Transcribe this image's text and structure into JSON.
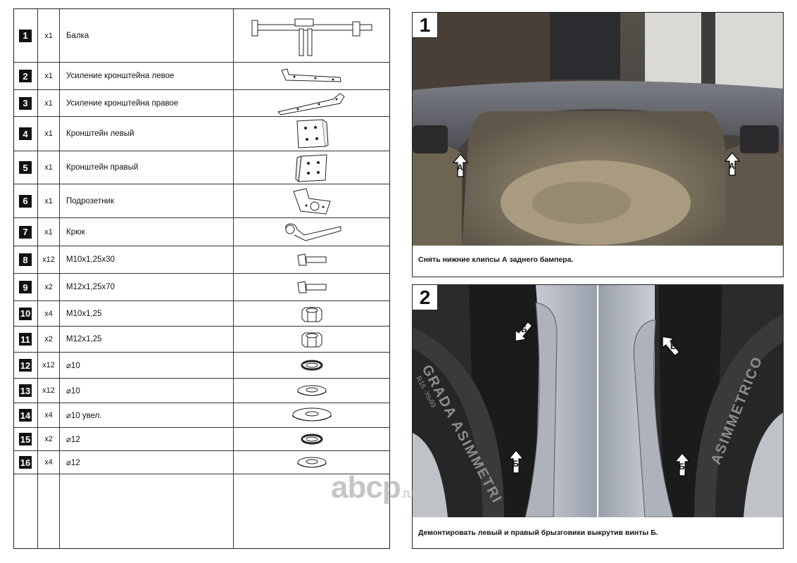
{
  "parts": [
    {
      "num": "1",
      "qty": "x1",
      "name": "Балка",
      "icon": "beam-icon"
    },
    {
      "num": "2",
      "qty": "x1",
      "name": "Усиление кронштейна левое",
      "icon": "left-bracket-reinforcement-icon"
    },
    {
      "num": "3",
      "qty": "x1",
      "name": "Усиление кронштейна правое",
      "icon": "right-bracket-reinforcement-icon"
    },
    {
      "num": "4",
      "qty": "x1",
      "name": "Кронштейн левый",
      "icon": "left-bracket-icon"
    },
    {
      "num": "5",
      "qty": "x1",
      "name": "Кронштейн правый",
      "icon": "right-bracket-icon"
    },
    {
      "num": "6",
      "qty": "x1",
      "name": "Подрозетник",
      "icon": "socket-plate-icon"
    },
    {
      "num": "7",
      "qty": "x1",
      "name": "Крюк",
      "icon": "hook-icon"
    },
    {
      "num": "8",
      "qty": "x12",
      "name": "M10x1,25x30",
      "icon": "bolt-icon"
    },
    {
      "num": "9",
      "qty": "x2",
      "name": "M12x1,25x70",
      "icon": "bolt-icon"
    },
    {
      "num": "10",
      "qty": "x4",
      "name": "M10x1,25",
      "icon": "nut-icon"
    },
    {
      "num": "11",
      "qty": "x2",
      "name": "M12x1,25",
      "icon": "nut-icon"
    },
    {
      "num": "12",
      "qty": "x12",
      "name": "⌀10",
      "icon": "spring-washer-icon"
    },
    {
      "num": "13",
      "qty": "x12",
      "name": "⌀10",
      "icon": "flat-washer-icon"
    },
    {
      "num": "14",
      "qty": "x4",
      "name": "⌀10 увел.",
      "icon": "large-washer-icon"
    },
    {
      "num": "15",
      "qty": "x2",
      "name": "⌀12",
      "icon": "spring-washer-icon"
    },
    {
      "num": "16",
      "qty": "x4",
      "name": "⌀12",
      "icon": "flat-washer-icon"
    }
  ],
  "steps": [
    {
      "num": "1",
      "caption": "Снять нижние клипсы А заднего бампера.",
      "markers": [
        "А",
        "А"
      ]
    },
    {
      "num": "2",
      "caption": "Демонтировать левый и правый брызговики выкрутив винты Б.",
      "markers": [
        "Б",
        "Б",
        "Б",
        "Б"
      ],
      "tire_text_left": "GRADA ASIMMETRI",
      "tire_text_right": "ASIMMETRICO",
      "tire_small": "R16 ·ХЬ89"
    }
  ],
  "watermark": {
    "brand": "abcp",
    "tld": ".ru"
  }
}
